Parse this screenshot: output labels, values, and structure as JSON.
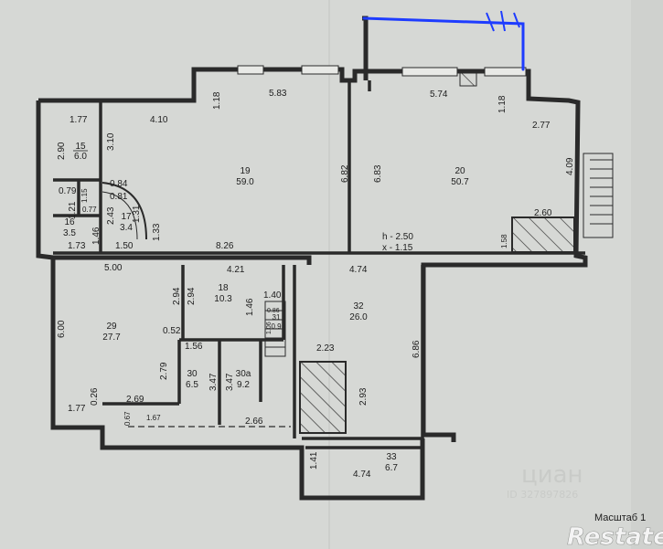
{
  "plan": {
    "height_note": "h - 2.50",
    "level_note": "x - 1.15",
    "scale_label": "Масштаб 1",
    "watermark_cian": "циан",
    "watermark_id": "ID 327897826",
    "watermark_brand": "Restate",
    "ink_color": "#2a2a2a",
    "annotation_color": "#1e3cff",
    "rooms": [
      {
        "num": "15",
        "area": "6.0"
      },
      {
        "num": "16",
        "area": "3.5"
      },
      {
        "num": "17",
        "area": "3.4"
      },
      {
        "num": "19",
        "area": "59.0"
      },
      {
        "num": "20",
        "area": "50.7"
      },
      {
        "num": "18",
        "area": "10.3"
      },
      {
        "num": "29",
        "area": "27.7"
      },
      {
        "num": "30",
        "area": "6.5"
      },
      {
        "num": "30a",
        "area": "9.2"
      },
      {
        "num": "31",
        "area": "0.9"
      },
      {
        "num": "32",
        "area": "26.0"
      },
      {
        "num": "33",
        "area": "6.7"
      }
    ],
    "dimensions": [
      "5.83",
      "1.18",
      "4.10",
      "1.77",
      "2.90",
      "3.10",
      "0.84",
      "0.81",
      "0.79",
      "1.15",
      "1.21",
      "0.77",
      "2.43",
      "1.31",
      "1.46",
      "1.33",
      "1.73",
      "1.50",
      "8.26",
      "6.82",
      "6.83",
      "5.74",
      "1.18",
      "2.77",
      "4.09",
      "2.60",
      "1.58",
      "5.00",
      "4.21",
      "4.74",
      "2.94",
      "2.94",
      "1.40",
      "1.46",
      "0.86",
      "1.06",
      "0.52",
      "1.56",
      "6.00",
      "2.79",
      "3.47",
      "3.47",
      "2.23",
      "6.86",
      "2.93",
      "1.77",
      "0.26",
      "2.69",
      "0.67",
      "1.67",
      "2.66",
      "1.41",
      "4.74"
    ]
  }
}
